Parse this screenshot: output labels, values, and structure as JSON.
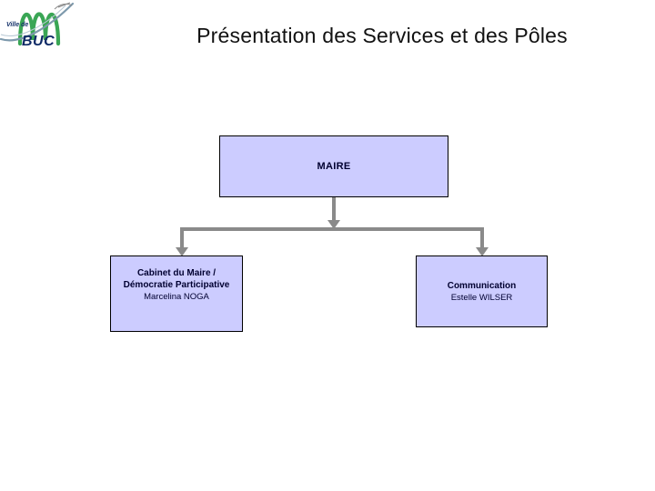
{
  "title": "Présentation des Services et des Pôles",
  "logo": {
    "small_text": "Ville de",
    "big_text": "BUC"
  },
  "org_chart": {
    "root": {
      "label": "MAIRE"
    },
    "children": [
      {
        "title_lines": [
          "Cabinet du Maire /",
          "Démocratie Participative"
        ],
        "person": "Marcelina NOGA"
      },
      {
        "title_lines": [
          "Communication"
        ],
        "person": "Estelle WILSER"
      }
    ]
  },
  "colors": {
    "box_fill": "#ccccff",
    "box_border": "#000000",
    "box_text": "#000030",
    "connector_gray": "#8a8a8a",
    "title_text": "#111111",
    "logo_green": "#3aa655",
    "logo_navy": "#0e2a66",
    "logo_swoosh": "#7d99ac"
  }
}
